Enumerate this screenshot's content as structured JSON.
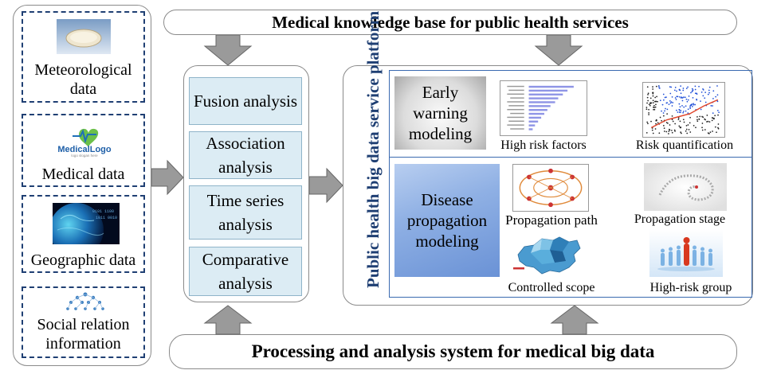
{
  "top_bar": {
    "label": "Medical knowledge base for public health services"
  },
  "bottom_bar": {
    "label": "Processing and analysis system for medical big data"
  },
  "data_sources": [
    {
      "label": "Meteorological data",
      "icon": "weather-icon"
    },
    {
      "label": "Medical data",
      "icon": "medical-logo-icon"
    },
    {
      "label": "Geographic data",
      "icon": "globe-icon"
    },
    {
      "label": "Social relation information",
      "icon": "social-network-icon"
    }
  ],
  "medical_logo": {
    "brand": "MedicalLogo",
    "tagline": "logo slogan here"
  },
  "analysis_methods": [
    {
      "label": "Fusion analysis"
    },
    {
      "label": "Association analysis"
    },
    {
      "label": "Time series analysis"
    },
    {
      "label": "Comparative analysis"
    }
  ],
  "platform": {
    "title": "Public health big data service platform",
    "early_warning": {
      "label": "Early warning modeling",
      "outputs": [
        "High risk factors",
        "Risk quantification"
      ]
    },
    "disease_propagation": {
      "label": "Disease propagation modeling",
      "outputs": [
        "Propagation  path",
        "Propagation stage",
        "Controlled scope",
        "High-risk group"
      ]
    }
  },
  "colors": {
    "border_gray": "#8a8a8a",
    "dashed_blue": "#1f3f73",
    "analysis_fill": "#dcecf4",
    "platform_frame": "#3a6ab0",
    "arrow_gray": "#9a9a9a",
    "title_navy": "#1f3f73"
  }
}
